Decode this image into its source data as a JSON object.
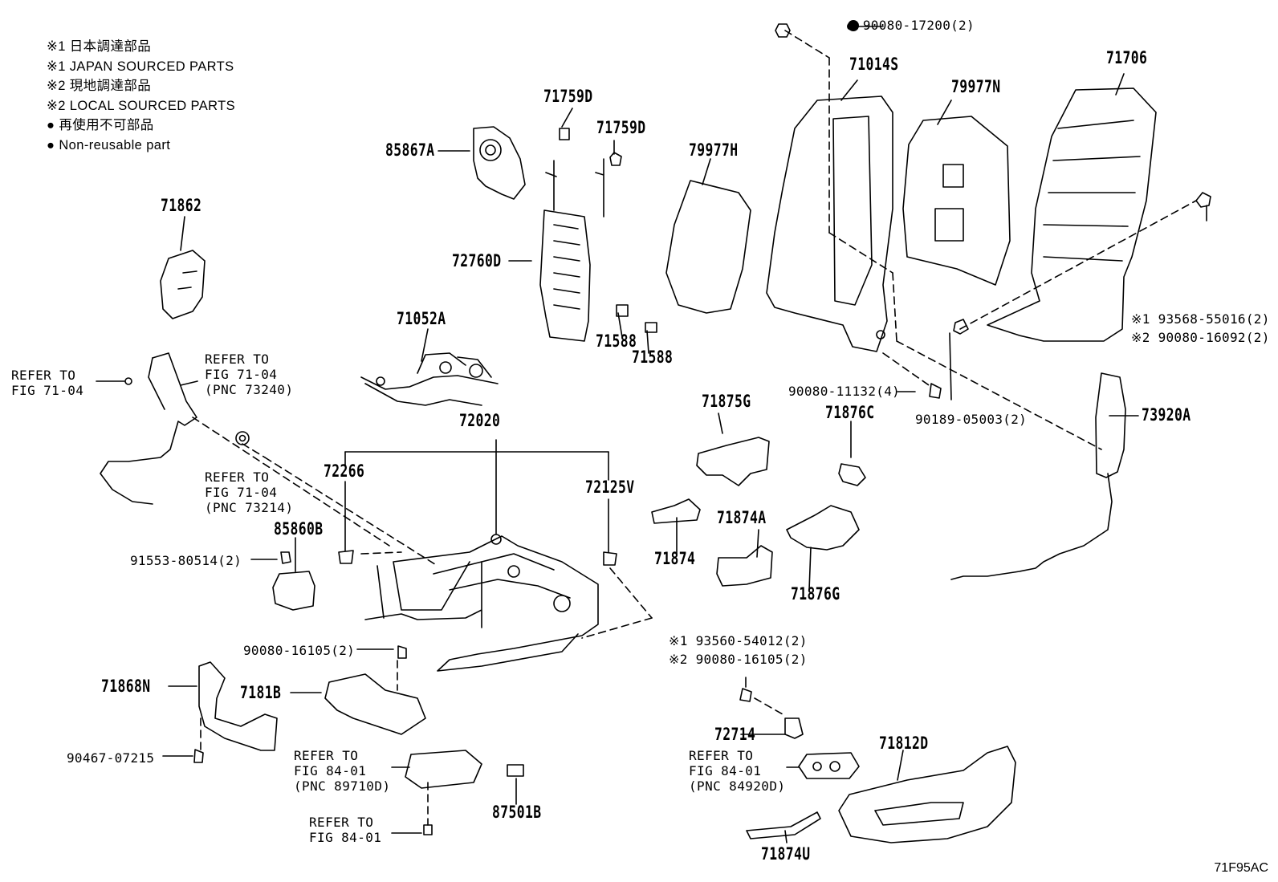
{
  "legend": [
    "※1 日本調達部品",
    "※1 JAPAN SOURCED PARTS",
    "※2 現地調達部品",
    "※2 LOCAL SOURCED PARTS",
    "● 再使用不可部品",
    "● Non-reusable part"
  ],
  "parts": {
    "p71759D_a": "71759D",
    "p71759D_b": "71759D",
    "p85867A": "85867A",
    "p79977H": "79977H",
    "p71014S": "71014S",
    "p79977N": "79977N",
    "p71706": "71706",
    "p71862": "71862",
    "p72760D": "72760D",
    "p71588_a": "71588",
    "p71588_b": "71588",
    "p71052A": "71052A",
    "p72020": "72020",
    "p72266": "72266",
    "p72125V": "72125V",
    "p71875G": "71875G",
    "p71876C": "71876C",
    "p73920A": "73920A",
    "p85860B": "85860B",
    "p71874A": "71874A",
    "p71874": "71874",
    "p71876G": "71876G",
    "p71868N": "71868N",
    "p7181B": "7181B",
    "p72714": "72714",
    "p71812D": "71812D",
    "p87501B": "87501B",
    "p71874U": "71874U"
  },
  "fasteners": {
    "f1": "● 90080-17200(2)",
    "f2": "90080-11132(4)",
    "f3": "90189-05003(2)",
    "f4a": "※1 93568-55016(2)",
    "f4b": "※2 90080-16092(2)",
    "f5": "91553-80514(2)",
    "f6": "90080-16105(2)",
    "f7a": "※1  93560-54012(2)",
    "f7b": "※2  90080-16105(2)",
    "f8": "90467-07215"
  },
  "refs": {
    "r1": "REFER TO\nFIG 71-04",
    "r2": "REFER TO\nFIG 71-04\n(PNC 73240)",
    "r3": "REFER TO\nFIG 71-04\n(PNC 73214)",
    "r4": "REFER TO\nFIG 84-01\n(PNC 89710D)",
    "r5": "REFER TO\nFIG 84-01",
    "r6": "REFER TO\nFIG 84-01\n(PNC 84920D)"
  },
  "figure_code": "71F95AC"
}
